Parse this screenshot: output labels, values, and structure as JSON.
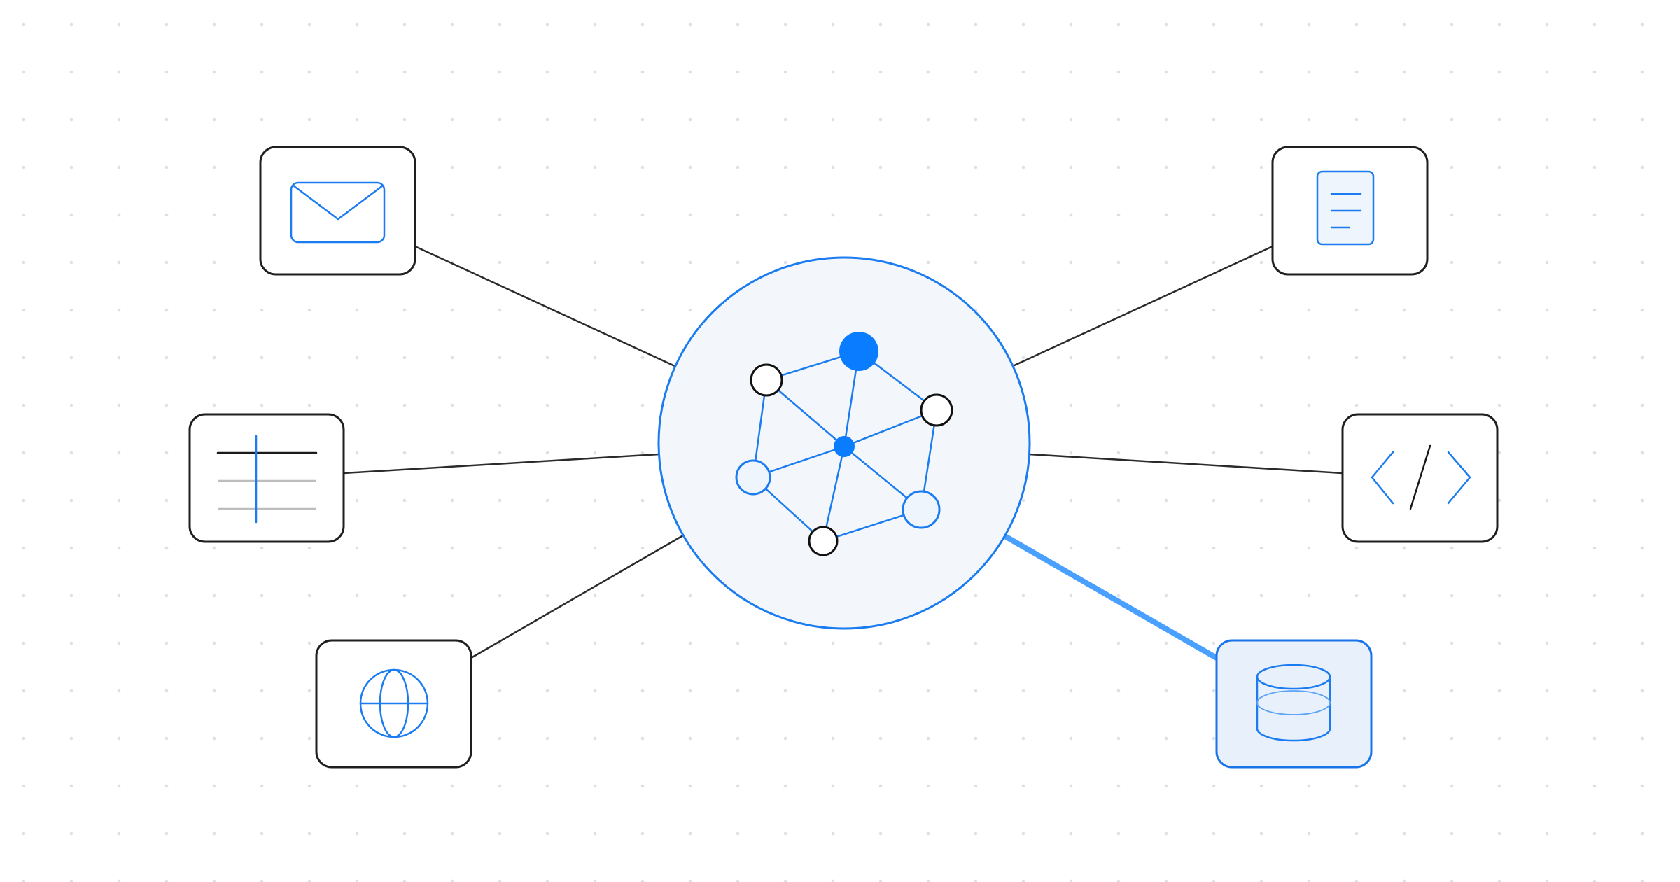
{
  "diagram": {
    "hub": {
      "name": "network-graph-hub",
      "accent": "#1a7cf0"
    },
    "spokes": [
      {
        "id": "mail",
        "icon": "envelope-icon",
        "active": false
      },
      {
        "id": "table",
        "icon": "table-grid-icon",
        "active": false
      },
      {
        "id": "web",
        "icon": "globe-icon",
        "active": false
      },
      {
        "id": "document",
        "icon": "document-icon",
        "active": false
      },
      {
        "id": "code",
        "icon": "code-brackets-icon",
        "active": false
      },
      {
        "id": "database",
        "icon": "database-icon",
        "active": true
      }
    ],
    "colors": {
      "accent": "#1a7cf0",
      "active_link": "#4aa0ff",
      "active_card_fill": "#e8f1fb",
      "hub_fill": "#f3f7fb",
      "line": "#2b2b2b",
      "dot_grid": "#dde1e7"
    }
  }
}
